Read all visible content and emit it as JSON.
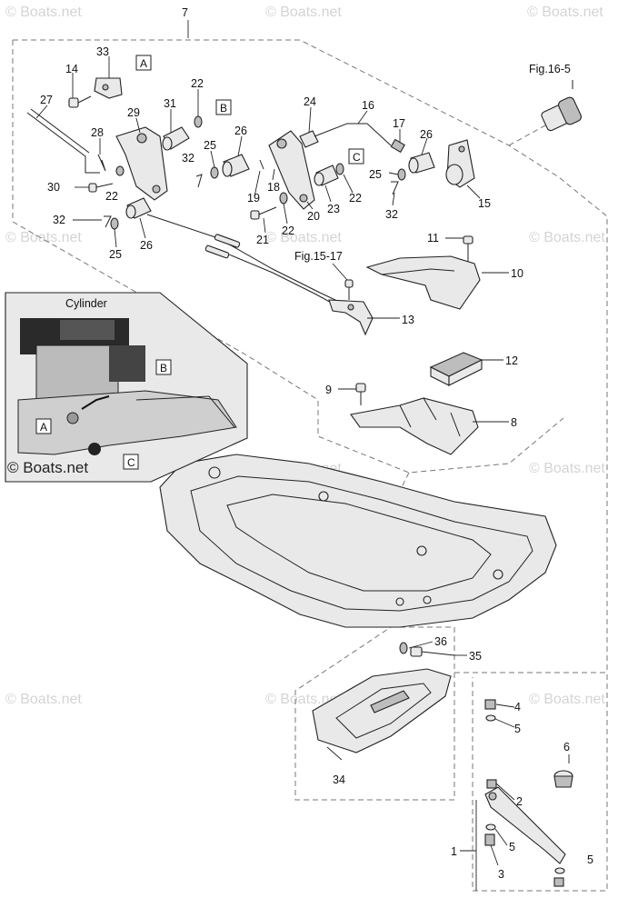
{
  "cylinder_caption": "Cylinder",
  "copyright_watermark": "© Boats.net",
  "faint_watermark": "© Boats.net",
  "figure_refs": {
    "fig_16_5": "Fig.16-5",
    "fig_15_17": "Fig.15-17"
  },
  "callout_boxes": {
    "a": "A",
    "b": "B",
    "c": "C"
  },
  "part_numbers": [
    "1",
    "2",
    "3",
    "4",
    "5",
    "6",
    "7",
    "8",
    "9",
    "10",
    "11",
    "12",
    "13",
    "14",
    "15",
    "16",
    "17",
    "18",
    "19",
    "20",
    "21",
    "22",
    "23",
    "24",
    "25",
    "26",
    "27",
    "28",
    "29",
    "30",
    "31",
    "32",
    "33",
    "34",
    "35",
    "36"
  ],
  "labels": {
    "p7": "7",
    "p33": "33",
    "p14": "14",
    "p27": "27",
    "p28": "28",
    "p29": "29",
    "p31": "31",
    "p22a": "22",
    "p25a": "25",
    "p26a": "26",
    "p24": "24",
    "p16": "16",
    "p17": "17",
    "p26b": "26",
    "p32a": "32",
    "p19": "19",
    "p18": "18",
    "p30": "30",
    "p22b": "22",
    "p20": "20",
    "p23": "23",
    "p22c": "22",
    "p25b": "25",
    "p15": "15",
    "p32b": "32",
    "p21": "21",
    "p22d": "22",
    "p32c": "32",
    "p25c": "25",
    "p26c": "26",
    "p11": "11",
    "p10": "10",
    "p13": "13",
    "p12": "12",
    "p9": "9",
    "p8": "8",
    "p36": "36",
    "p35": "35",
    "p4": "4",
    "p5a": "5",
    "p6": "6",
    "p34": "34",
    "p2": "2",
    "p1": "1",
    "p5b": "5",
    "p3": "3",
    "p5c": "5"
  }
}
